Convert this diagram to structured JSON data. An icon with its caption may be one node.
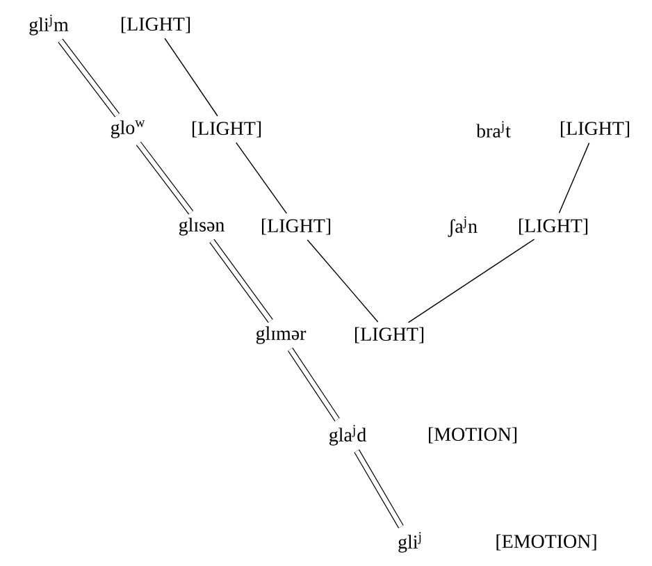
{
  "diagram": {
    "nodes": [
      {
        "text": [
          "gli$^{j}$m"
        ]
      },
      {
        "text": [
          "[LIGHT]"
        ]
      },
      {
        "text": [
          "glo$^{w}$"
        ]
      },
      {
        "text": [
          "[LIGHT]"
        ]
      },
      {
        "text": [
          "bra$^{j}$t"
        ]
      },
      {
        "text": [
          "[LIGHT]"
        ]
      },
      {
        "text": [
          "glɪsən"
        ]
      },
      {
        "text": [
          "[LIGHT]"
        ]
      },
      {
        "text": [
          "ʃa$^{j}$n"
        ]
      },
      {
        "text": [
          "[LIGHT]"
        ]
      },
      {
        "text": [
          "glɪmər"
        ]
      },
      {
        "text": [
          "[LIGHT]"
        ]
      },
      {
        "text": [
          "gla$^{j}$d"
        ]
      },
      {
        "text": [
          "[MOTION]"
        ]
      },
      {
        "text": [
          "gli$^{j}$"
        ]
      },
      {
        "text": [
          "[EMOTION]"
        ]
      }
    ],
    "edges": [
      {
        "from": 0,
        "to": 2,
        "arrow": "none",
        "style": "thick"
      },
      {
        "from": 2,
        "to": 6,
        "arrow": "none",
        "style": "thick"
      },
      {
        "from": 6,
        "to": 10,
        "arrow": "none",
        "style": "thick"
      },
      {
        "from": 10,
        "to": 12,
        "arrow": "none",
        "style": "thick"
      },
      {
        "from": 12,
        "to": 14,
        "arrow": "none",
        "style": "thick"
      },
      {
        "from": 1,
        "to": 3,
        "arrow": "none"
      },
      {
        "from": 3,
        "to": 7,
        "arrow": "none"
      },
      {
        "from": 7,
        "to": 11,
        "arrow": "none"
      },
      {
        "from": 5,
        "to": 9,
        "arrow": "none"
      },
      {
        "from": 9,
        "to": 11,
        "arrow": "none"
      }
    ]
  }
}
